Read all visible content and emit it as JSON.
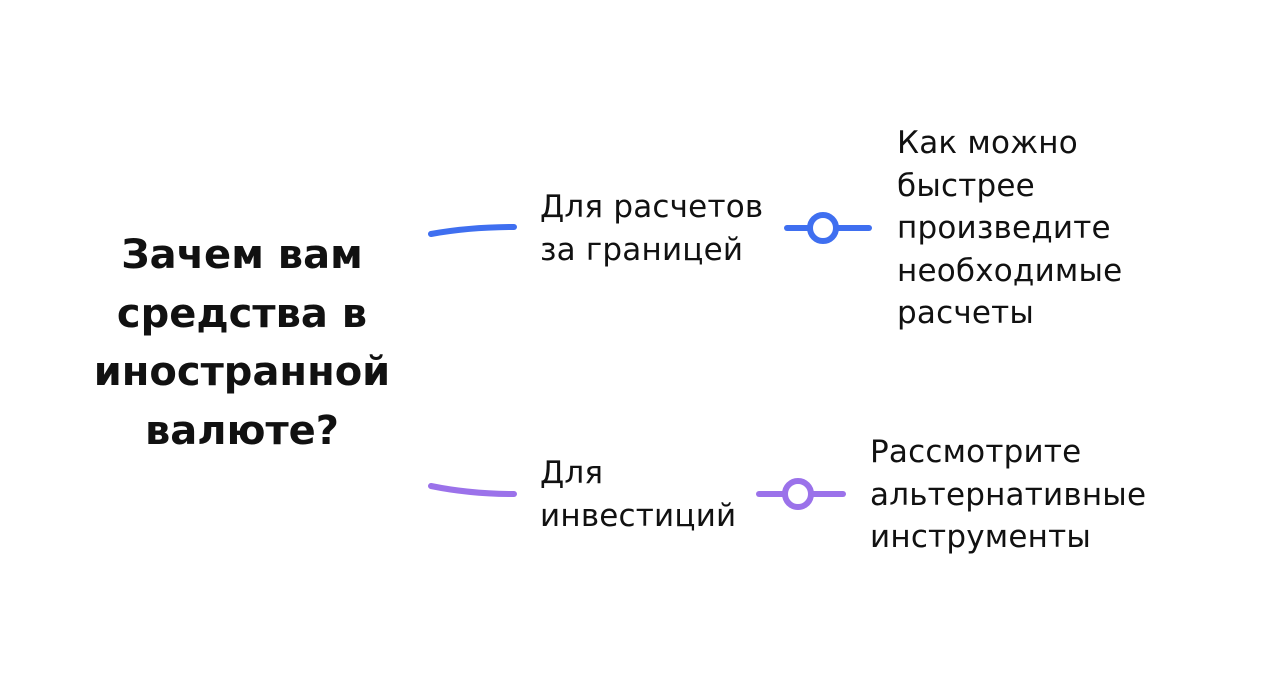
{
  "question": {
    "lines": [
      "Зачем вам",
      "средства в",
      "иностранной",
      "валюте?"
    ]
  },
  "branches": [
    {
      "reason_lines": [
        "Для расчетов",
        "за границей"
      ],
      "advice_lines": [
        "Как можно",
        "быстрее",
        "произведите",
        "необходимые",
        "расчеты"
      ],
      "color": "#3f6ff0"
    },
    {
      "reason_lines": [
        "Для",
        "инвестиций"
      ],
      "advice_lines": [
        "Рассмотрите",
        "альтернативные",
        "инструменты"
      ],
      "color": "#9b72ea"
    }
  ]
}
